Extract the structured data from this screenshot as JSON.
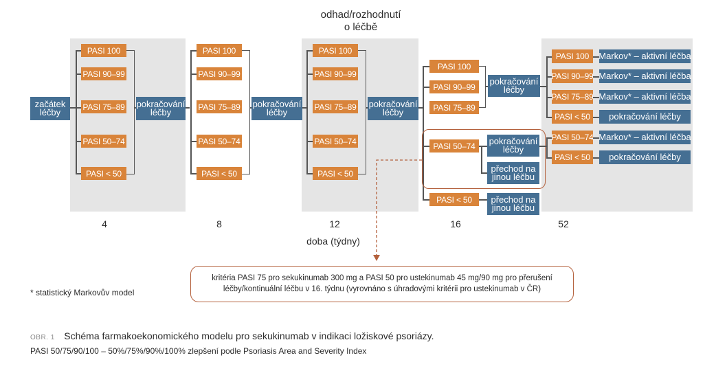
{
  "colors": {
    "pasi": "#d9843a",
    "action": "#456f93",
    "panel": "#e5e5e5",
    "highlight": "#b4613d"
  },
  "header": {
    "decision_line1": "odhad/rozhodnutí",
    "decision_line2": "o léčbě"
  },
  "start": {
    "label": "začátek léčby"
  },
  "pasi": {
    "p100": "PASI 100",
    "p90": "PASI 90–99",
    "p75": "PASI 75–89",
    "p50": "PASI 50–74",
    "plt50": "PASI < 50"
  },
  "actions": {
    "continue": "pokračování léčby",
    "switch": "přechod na jinou léčbu",
    "markov": "Markov* – aktivní léčba"
  },
  "timeline": {
    "ticks": [
      "4",
      "8",
      "12",
      "16",
      "52"
    ],
    "axis_label": "doba (týdny)"
  },
  "info": "kritéria PASI 75 pro sekukinumab 300 mg a PASI 50 pro ustekinumab 45 mg/90 mg pro přerušení léčby/kontinuální léčbu v 16. týdnu (vyrovnáno s úhradovými kritérii pro ustekinumab v ČR)",
  "footnote": "* statistický Markovův model",
  "caption": {
    "label": "OBR. 1",
    "title": "Schéma farmakoekonomického modelu pro sekukinumab v indikaci ložiskové psoriázy.",
    "subtitle": "PASI 50/75/90/100 – 50%/75%/90%/100% zlepšení podle Psoriasis Area and Severity Index"
  }
}
